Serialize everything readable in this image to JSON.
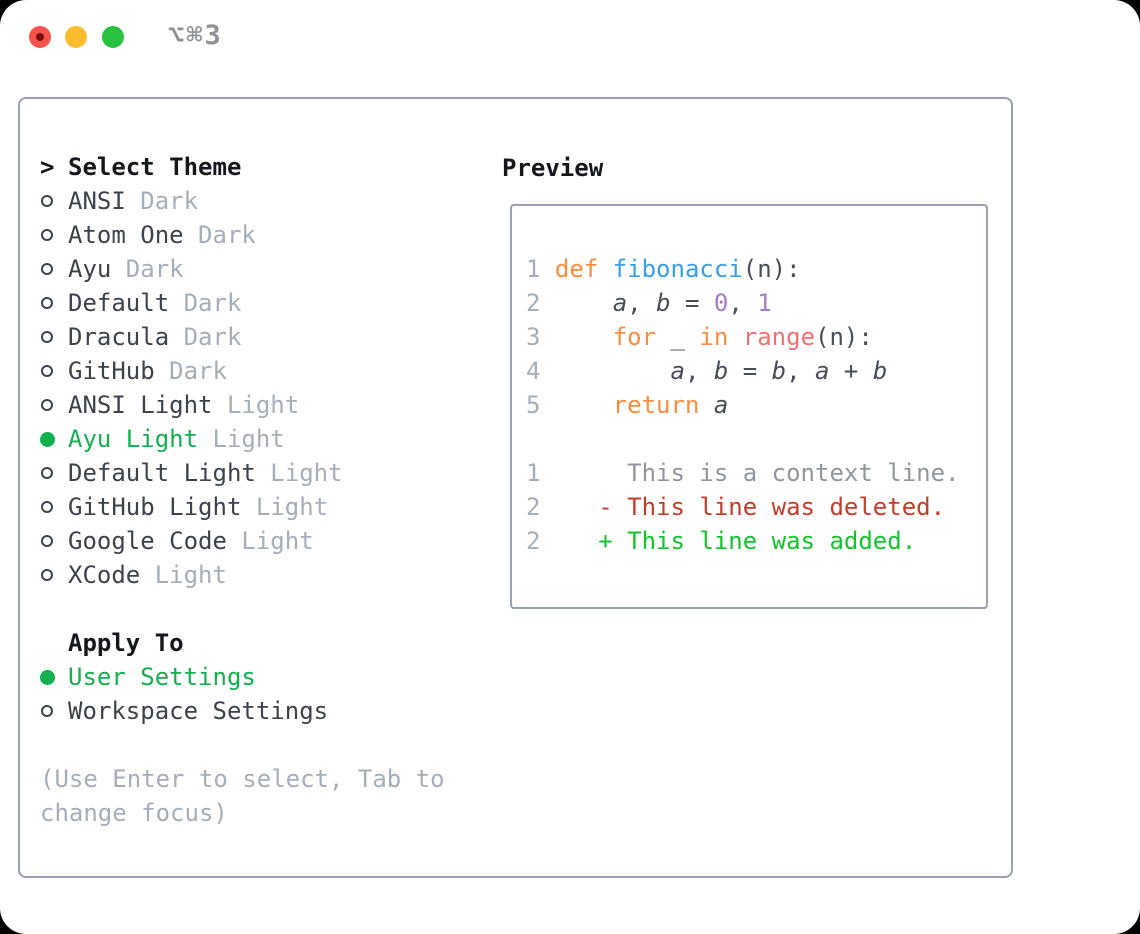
{
  "window": {
    "title": "⌥⌘3"
  },
  "titlebar": {
    "buttons": [
      "close",
      "minimize",
      "zoom"
    ]
  },
  "theme_list": {
    "header_prefix": ">",
    "header": "Select Theme",
    "items": [
      {
        "name": "ANSI",
        "variant": "Dark",
        "selected": false
      },
      {
        "name": "Atom One",
        "variant": "Dark",
        "selected": false
      },
      {
        "name": "Ayu",
        "variant": "Dark",
        "selected": false
      },
      {
        "name": "Default",
        "variant": "Dark",
        "selected": false
      },
      {
        "name": "Dracula",
        "variant": "Dark",
        "selected": false
      },
      {
        "name": "GitHub",
        "variant": "Dark",
        "selected": false
      },
      {
        "name": "ANSI Light",
        "variant": "Light",
        "selected": false
      },
      {
        "name": "Ayu Light",
        "variant": "Light",
        "selected": true
      },
      {
        "name": "Default Light",
        "variant": "Light",
        "selected": false
      },
      {
        "name": "GitHub Light",
        "variant": "Light",
        "selected": false
      },
      {
        "name": "Google Code",
        "variant": "Light",
        "selected": false
      },
      {
        "name": "XCode",
        "variant": "Light",
        "selected": false
      }
    ]
  },
  "apply_to": {
    "header": "Apply To",
    "options": [
      {
        "label": "User Settings",
        "selected": true
      },
      {
        "label": "Workspace Settings",
        "selected": false
      }
    ]
  },
  "help_text": [
    "(Use Enter to select, Tab to",
    "change focus)"
  ],
  "preview": {
    "header": "Preview",
    "code_lines": [
      {
        "num": "1",
        "tokens": [
          [
            "def ",
            "kw"
          ],
          [
            "fibonacci",
            "fn"
          ],
          [
            "(n):",
            "pl"
          ]
        ]
      },
      {
        "num": "2",
        "tokens": [
          [
            "    ",
            "pl"
          ],
          [
            "a",
            "vi"
          ],
          [
            ", ",
            "pl"
          ],
          [
            "b",
            "vi"
          ],
          [
            " = ",
            "pl"
          ],
          [
            "0",
            "cn"
          ],
          [
            ", ",
            "pl"
          ],
          [
            "1",
            "cn"
          ]
        ]
      },
      {
        "num": "3",
        "tokens": [
          [
            "    ",
            "pl"
          ],
          [
            "for",
            "kw"
          ],
          [
            " _ ",
            "pl"
          ],
          [
            "in",
            "kw"
          ],
          [
            " ",
            "pl"
          ],
          [
            "range",
            "bi"
          ],
          [
            "(n):",
            "pl"
          ]
        ]
      },
      {
        "num": "4",
        "tokens": [
          [
            "        ",
            "pl"
          ],
          [
            "a",
            "vi"
          ],
          [
            ", ",
            "pl"
          ],
          [
            "b",
            "vi"
          ],
          [
            " = ",
            "pl"
          ],
          [
            "b",
            "vi"
          ],
          [
            ", ",
            "pl"
          ],
          [
            "a",
            "vi"
          ],
          [
            " + ",
            "pl"
          ],
          [
            "b",
            "vi"
          ]
        ]
      },
      {
        "num": "5",
        "tokens": [
          [
            "    ",
            "pl"
          ],
          [
            "return ",
            "kw"
          ],
          [
            "a",
            "vi"
          ]
        ]
      }
    ],
    "diff_lines": [
      {
        "num": "1",
        "marker": " ",
        "text": "This is a context line.",
        "kind": "context"
      },
      {
        "num": "2",
        "marker": "-",
        "text": "This line was deleted.",
        "kind": "deleted"
      },
      {
        "num": "2",
        "marker": "+",
        "text": "This line was added.",
        "kind": "added"
      }
    ]
  },
  "colors": {
    "accent_green": "#12b04e",
    "keyword_orange": "#fa8d3e",
    "function_blue": "#399ee6",
    "constant_purple": "#a37acc",
    "builtin_coral": "#f07171",
    "deleted_red": "#c43c2a",
    "added_green": "#13c42d",
    "context_gray": "#8f969e",
    "muted_gray": "#a6aeb9",
    "text_dark": "#3c434c",
    "panel_border": "#98a1ad",
    "traffic_red": "#f8524c",
    "traffic_yellow": "#fdbc2e",
    "traffic_green": "#27c23f"
  }
}
